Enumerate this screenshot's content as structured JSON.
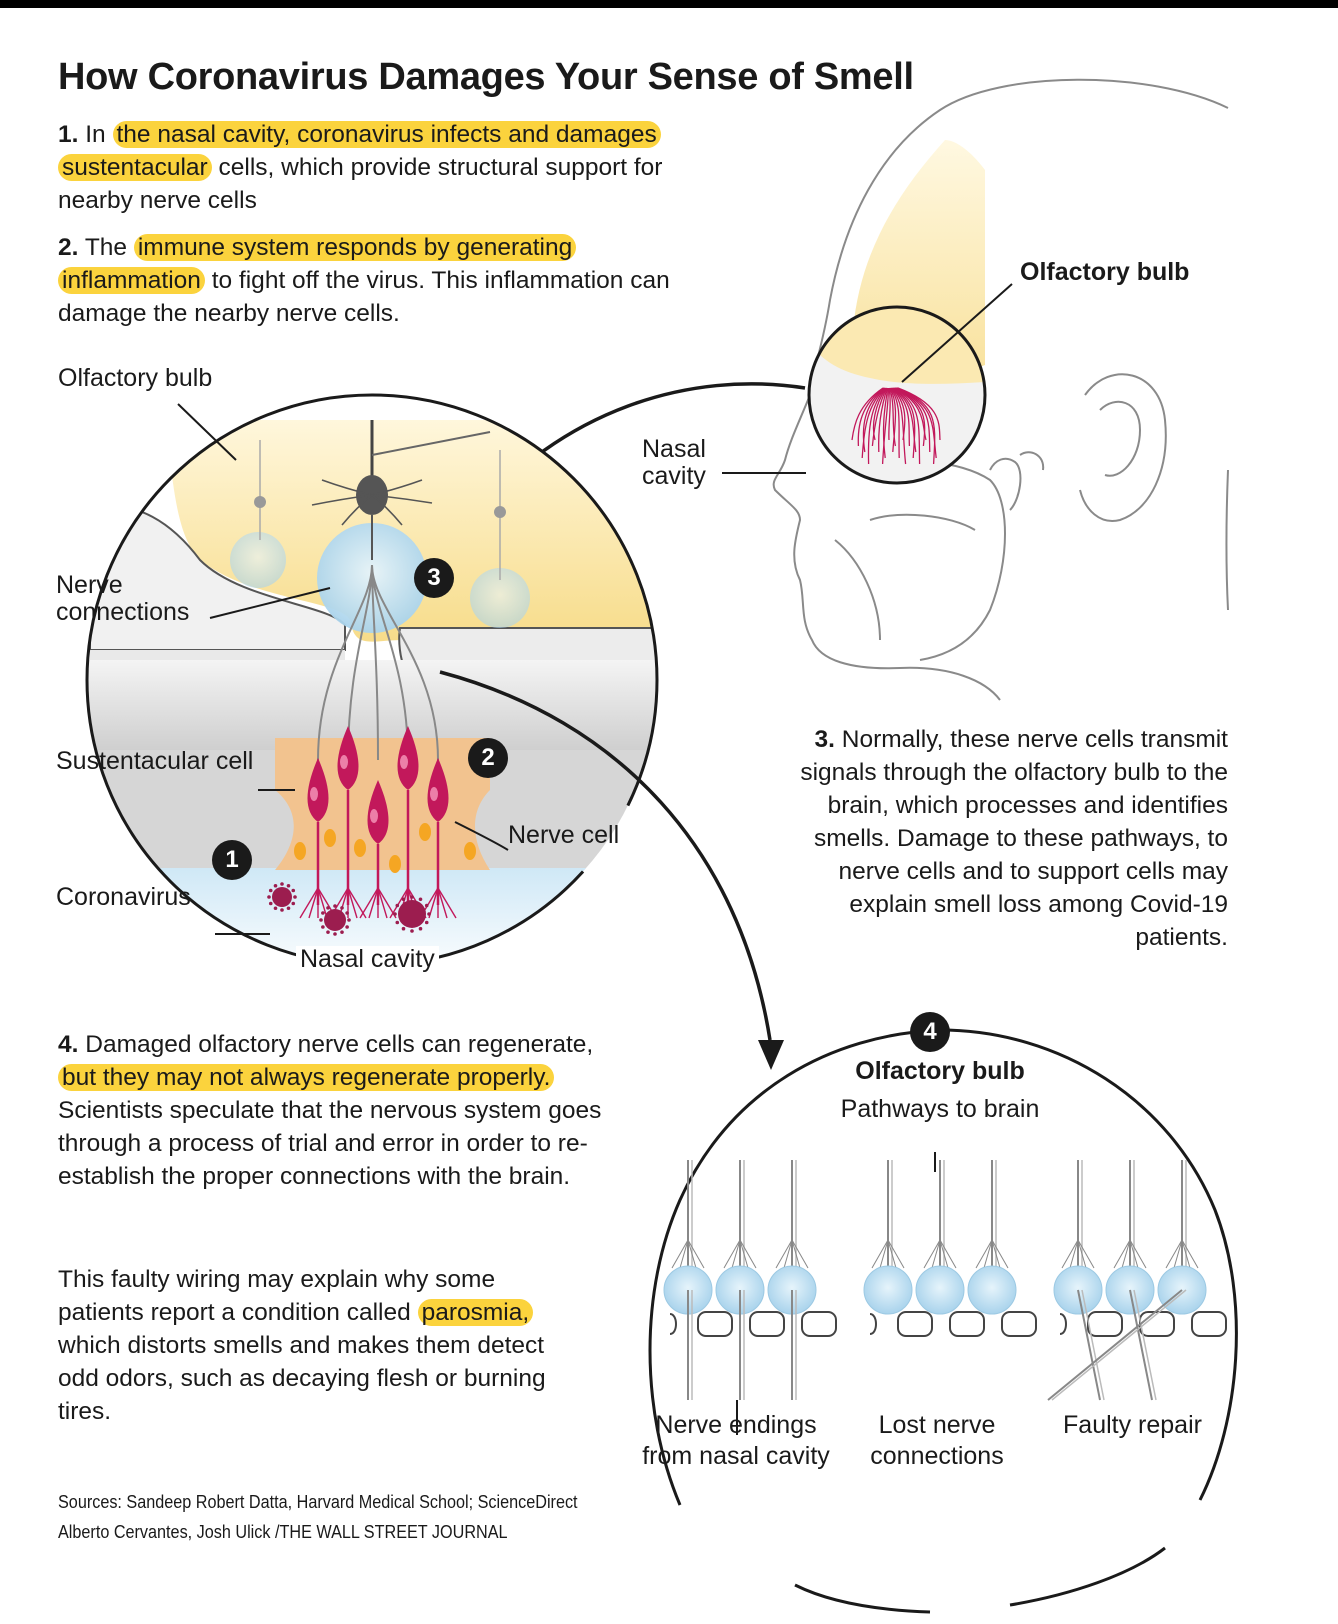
{
  "title": "How Coronavirus Damages Your Sense of Smell",
  "step1": {
    "num": "1.",
    "pre": "In ",
    "hl": "the nasal cavity, coronavirus infects and damages sustentacular",
    "post": " cells, which provide structural support for nearby nerve cells"
  },
  "step2": {
    "num": "2.",
    "pre": "The ",
    "hl": "immune system responds by generating inflammation",
    "post": " to fight off the virus. This inflammation can damage the nearby nerve cells."
  },
  "step3": {
    "num": "3.",
    "text": "Normally, these nerve cells transmit signals through the olfactory bulb to the brain, which processes and identifies smells. Damage to these pathways, to nerve cells and to support cells may explain smell loss among Covid-19 patients."
  },
  "step4": {
    "num": "4.",
    "pre": "Damaged olfactory nerve cells can regenerate, ",
    "hl": "but they may not always regenerate properly.",
    "post": " Scientists speculate that the nervous system goes through a process of trial and error in order to re-establish the proper connections with the brain."
  },
  "step4b": {
    "pre": "This faulty wiring may explain why some patients report a condition called ",
    "hl": "parosmia,",
    "post": " which distorts smells and makes them detect odd odors, such as decaying flesh or burning tires."
  },
  "labels": {
    "olfactory_bulb_left": "Olfactory bulb",
    "nerve_connections": "Nerve connections",
    "sustentacular_cell": "Sustentacular cell",
    "coronavirus": "Coronavirus",
    "nasal_cavity_bottom": "Nasal cavity",
    "nerve_cell": "Nerve cell",
    "nasal_cavity_head": "Nasal cavity",
    "olfactory_bulb_head": "Olfactory bulb",
    "olfactory_bulb_4": "Olfactory bulb",
    "pathways": "Pathways to brain",
    "nerve_endings": "Nerve endings from nasal cavity",
    "lost_connections": "Lost nerve connections",
    "faulty_repair": "Faulty repair"
  },
  "markers": [
    "1",
    "2",
    "3",
    "4"
  ],
  "sources": "Sources: Sandeep Robert Datta, Harvard Medical School; ScienceDirect",
  "credit": "Alberto Cervantes, Josh Ulick /THE WALL STREET JOURNAL",
  "colors": {
    "highlight": "#fbd33d",
    "bulb": "#fbecb2",
    "nerve": "#c2185b",
    "sustentacular": "#f2c38f",
    "cell_glow": "#c8e4f4",
    "virus": "#9c1d4f"
  }
}
